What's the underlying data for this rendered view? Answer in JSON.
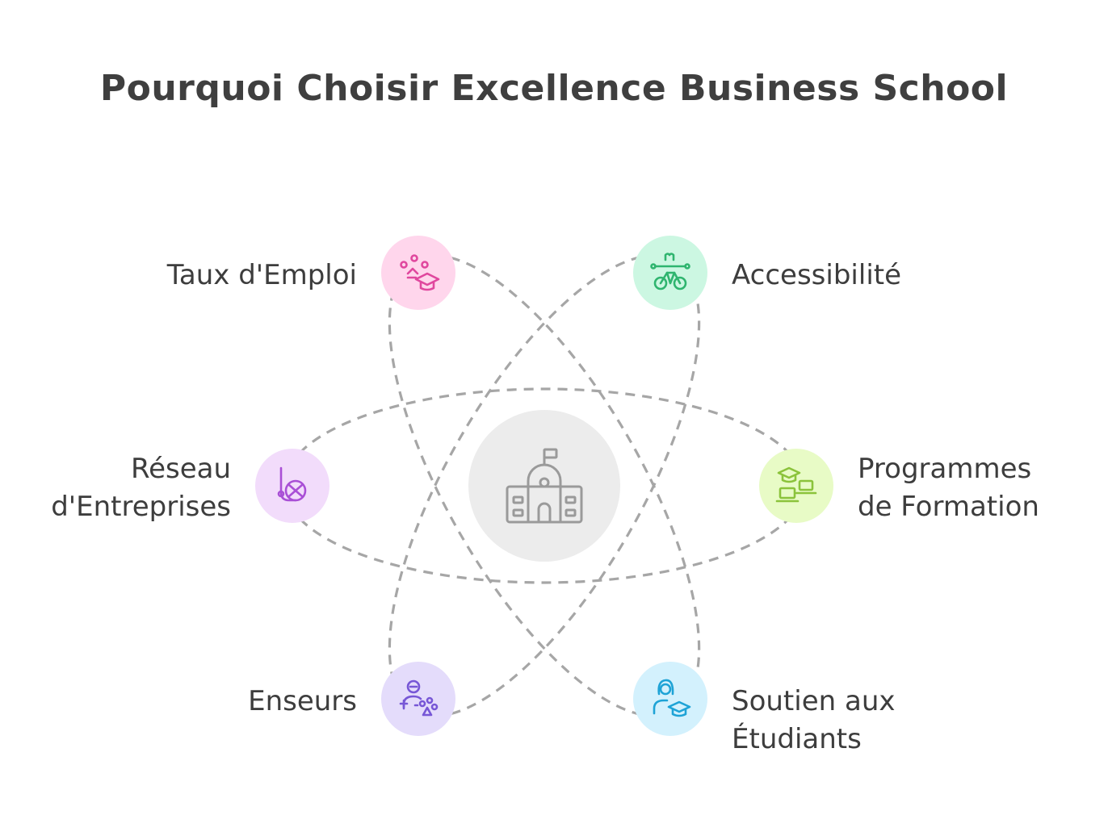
{
  "title": "Pourquoi Choisir Excellence Business School",
  "center": {
    "icon": "school-building-icon",
    "color": "#ececec"
  },
  "items": [
    {
      "id": "taux",
      "label": [
        "Taux d'Emploi"
      ],
      "icon": "graduation-cap-icon",
      "color": "#ffd6ec",
      "icon_color": "#e0479e"
    },
    {
      "id": "accessibilite",
      "label": [
        "Accessibilité"
      ],
      "icon": "bicycle-icon",
      "color": "#ccf7e2",
      "icon_color": "#2fb56f"
    },
    {
      "id": "reseau",
      "label": [
        "Réseau",
        "d'Entreprises"
      ],
      "icon": "network-icon",
      "color": "#f2dcfb",
      "icon_color": "#a94fd6"
    },
    {
      "id": "programmes",
      "label": [
        "Programmes",
        "de Formation"
      ],
      "icon": "laptops-icon",
      "color": "#e8fbc6",
      "icon_color": "#8bc33b"
    },
    {
      "id": "enseurs",
      "label": [
        "Enseurs"
      ],
      "icon": "teacher-icon",
      "color": "#e4dcfb",
      "icon_color": "#7757d6"
    },
    {
      "id": "soutien",
      "label": [
        "Soutien aux",
        "Étudiants"
      ],
      "icon": "student-support-icon",
      "color": "#d3f1fd",
      "icon_color": "#1ea3d6"
    }
  ]
}
